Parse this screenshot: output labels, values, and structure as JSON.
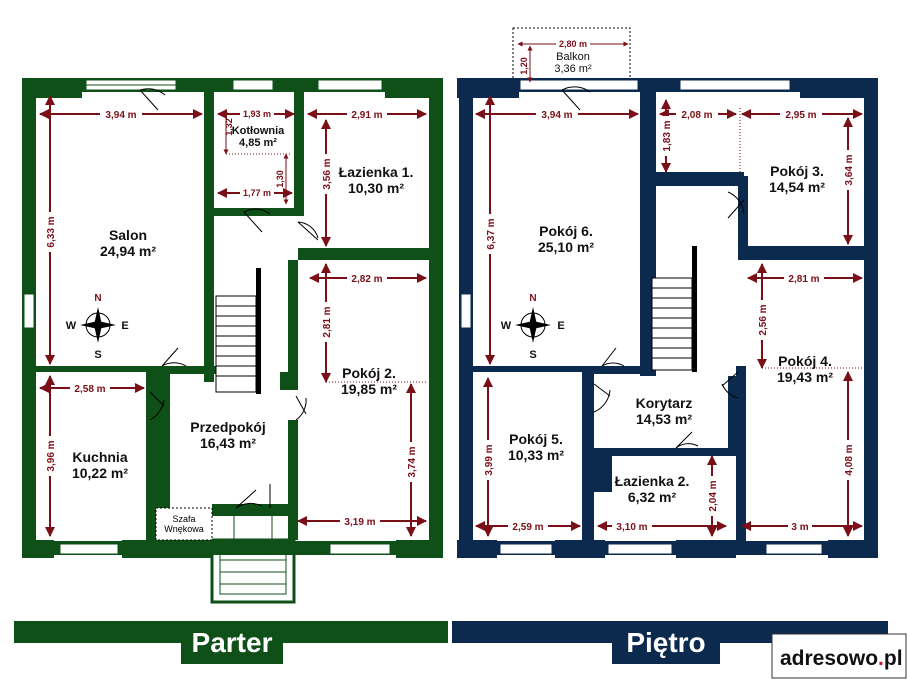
{
  "floors": [
    {
      "name": "Parter",
      "color": "#0f5019",
      "rooms": [
        {
          "id": "salon",
          "name": "Salon",
          "area": "24,94 m²"
        },
        {
          "id": "kotlownia",
          "name": "Kotłownia",
          "area": "4,85 m²"
        },
        {
          "id": "lazienka1",
          "name": "Łazienka 1.",
          "area": "10,30 m²"
        },
        {
          "id": "pokoj2",
          "name": "Pokój 2.",
          "area": "19,85 m²"
        },
        {
          "id": "kuchnia",
          "name": "Kuchnia",
          "area": "10,22 m²"
        },
        {
          "id": "przedpokoj",
          "name": "Przedpokój",
          "area": "16,43 m²"
        }
      ],
      "closet": {
        "line1": "Szafa",
        "line2": "Wnękowa"
      },
      "dims": [
        "3,94 m",
        "6,33 m",
        "1,93 m",
        "1,32",
        "1,30",
        "1,77 m",
        "2,91 m",
        "3,56 m",
        "2,82 m",
        "2,81 m",
        "2,58 m",
        "3,96 m",
        "3,74 m",
        "3,19 m"
      ]
    },
    {
      "name": "Piętro",
      "color": "#0c2a4e",
      "rooms": [
        {
          "id": "balkon",
          "name": "Balkon",
          "area": "3,36 m²"
        },
        {
          "id": "pokoj6",
          "name": "Pokój 6.",
          "area": "25,10 m²"
        },
        {
          "id": "pokoj3",
          "name": "Pokój 3.",
          "area": "14,54 m²"
        },
        {
          "id": "pokoj4",
          "name": "Pokój 4.",
          "area": "19,43 m²"
        },
        {
          "id": "korytarz",
          "name": "Korytarz",
          "area": "14,53 m²"
        },
        {
          "id": "pokoj5",
          "name": "Pokój 5.",
          "area": "10,33 m²"
        },
        {
          "id": "lazienka2",
          "name": "Łazienka 2.",
          "area": "6,32 m²"
        }
      ],
      "dims": [
        "2,80 m",
        "1,20",
        "3,94 m",
        "6,37 m",
        "2,08 m",
        "1,83 m",
        "2,95 m",
        "3,64 m",
        "2,81 m",
        "2,56 m",
        "4,08 m",
        "3,99 m",
        "2,59 m",
        "3,10 m",
        "2,04 m",
        "3 m"
      ]
    }
  ],
  "compass": {
    "n": "N",
    "s": "S",
    "e": "E",
    "w": "W"
  },
  "brand": {
    "name": "adresowo",
    "dot": ".",
    "tld": "pl"
  },
  "colors": {
    "dim": "#7a0f18",
    "logo_accent": "#c8102e"
  },
  "icons": [
    "compass-rose-icon",
    "door-swing-icon",
    "staircase-icon",
    "window-icon"
  ]
}
